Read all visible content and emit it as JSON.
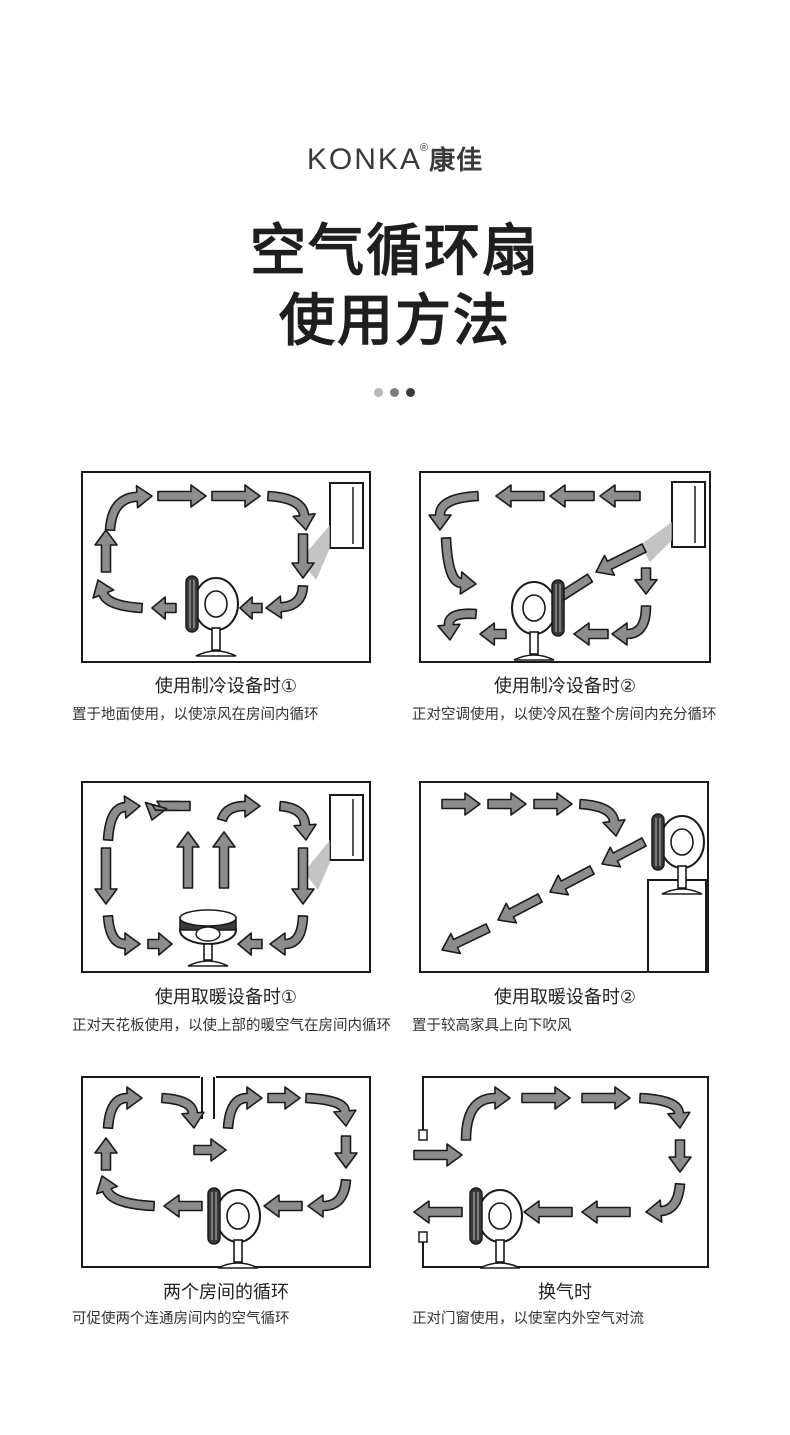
{
  "brand": {
    "latin": "KONKA",
    "registered": "®",
    "chinese": "康佳"
  },
  "title_line1": "空气循环扇",
  "title_line2": "使用方法",
  "pagination_dots": 3,
  "colors": {
    "arrow_fill": "#8c8c8c",
    "outline": "#1a1a1a",
    "background": "#ffffff"
  },
  "scenarios": [
    {
      "caption": "使用制冷设备时①",
      "description": "置于地面使用，以使凉风在房间内循环"
    },
    {
      "caption": "使用制冷设备时②",
      "description": "正对空调使用，以使冷风在整个房间内充分循环"
    },
    {
      "caption": "使用取暖设备时①",
      "description": "正对天花板使用，以使上部的暖空气在房间内循环"
    },
    {
      "caption": "使用取暖设备时②",
      "description": "置于较高家具上向下吹风"
    },
    {
      "caption": "两个房间的循环",
      "description": "可促使两个连通房间内的空气循环"
    },
    {
      "caption": "换气时",
      "description": "正对门窗使用，以使室内外空气对流"
    }
  ]
}
